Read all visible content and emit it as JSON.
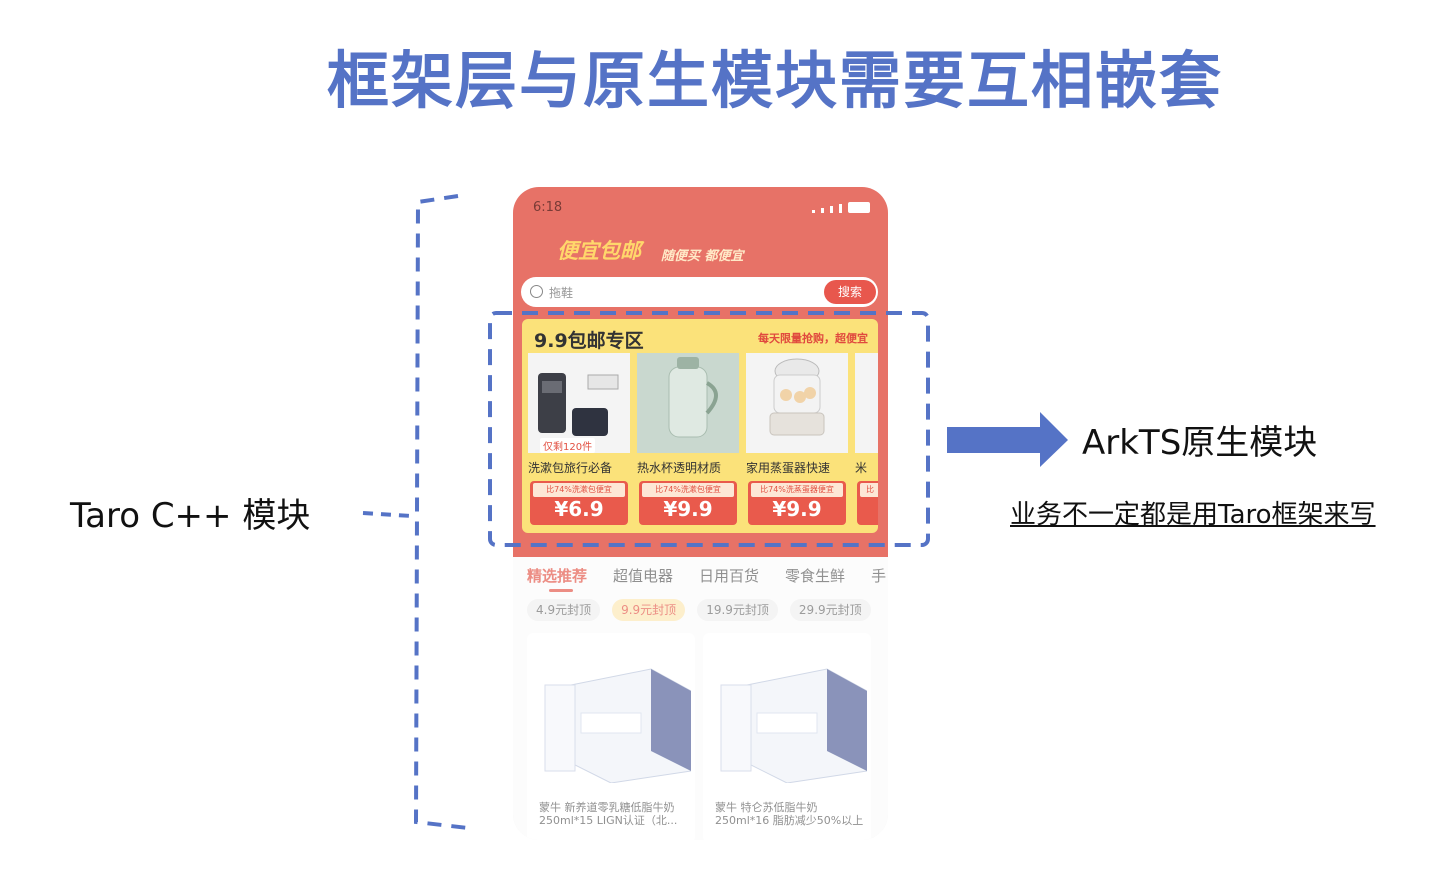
{
  "title": "框架层与原生模块需要互相嵌套",
  "left_label": "Taro C++ 模块",
  "right_label": "ArkTS原生模块",
  "right_note": "业务不一定都是用Taro框架来写",
  "colors": {
    "accent": "#5573c6",
    "phone_header": "#e77267",
    "promo_bg": "#fbe27a"
  },
  "phone": {
    "time": "6:18",
    "brand": "便宜包邮",
    "slogan": "随便买 都便宜",
    "search_placeholder": "拖鞋",
    "search_button": "搜索",
    "promo": {
      "title": "9.9包邮专区",
      "subtitle": "每天限量抢购，超便宜",
      "stock": "仅剩120件",
      "products": [
        {
          "name": "洗漱包旅行必备",
          "save": "比74%洗漱包便宜",
          "price": "¥6.9"
        },
        {
          "name": "热水杯透明材质",
          "save": "比74%洗漱包便宜",
          "price": "¥9.9"
        },
        {
          "name": "家用蒸蛋器快速",
          "save": "比74%洗蒸蛋器便宜",
          "price": "¥9.9"
        },
        {
          "name": "米",
          "save": "比",
          "price": ""
        }
      ]
    },
    "tabs": [
      "精选推荐",
      "超值电器",
      "日用百货",
      "零食生鲜",
      "手"
    ],
    "chips": [
      "4.9元封顶",
      "9.9元封顶",
      "19.9元封顶",
      "29.9元封顶"
    ],
    "goods": [
      {
        "name": "蒙牛 新养道零乳糖低脂牛奶 250ml*15 LIGN认证（北..."
      },
      {
        "name": "蒙牛 特仑苏低脂牛奶 250ml*16 脂肪减少50%以上"
      }
    ]
  }
}
